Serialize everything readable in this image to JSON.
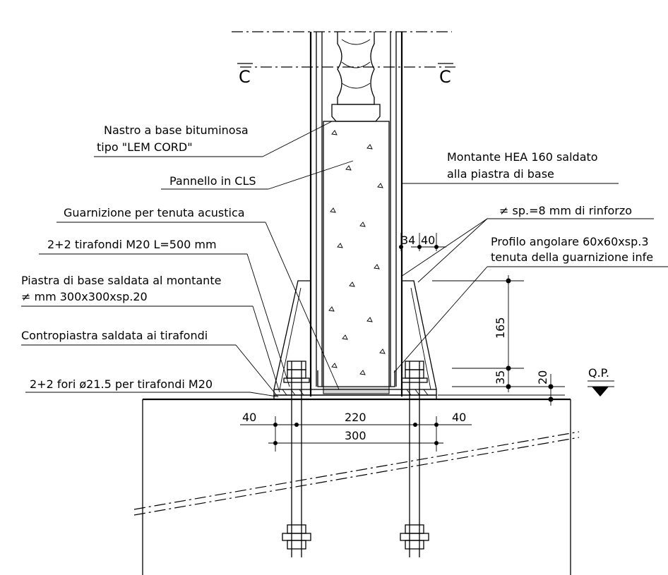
{
  "section_marks": {
    "left": "C",
    "right": "C"
  },
  "labels": {
    "nastro_line1": "Nastro a base bituminosa",
    "nastro_line2": "tipo \"LEM CORD\"",
    "pannello": "Pannello in CLS",
    "guarnizione": "Guarnizione per tenuta acustica",
    "tirafondi": "2+2 tirafondi M20 L=500 mm",
    "piastra_line1": "Piastra di base saldata al montante",
    "piastra_line2": "≠ mm 300x300xsp.20",
    "contropiastra": "Contropiastra saldata ai tirafondi",
    "fori": "2+2 fori ø21.5 per tirafondi M20",
    "montante_line1": "Montante HEA 160 saldato",
    "montante_line2": "alla piastra di base",
    "rinforzo": "≠ sp.=8 mm di rinforzo",
    "profilo_line1": "Profilo angolare 60x60xsp.3",
    "profilo_line2": "tenuta della guarnizione infe"
  },
  "dimensions": {
    "d34": "34",
    "d40_top": "40",
    "d165": "165",
    "d35": "35",
    "d20": "20",
    "d40_left": "40",
    "d220": "220",
    "d40_right": "40",
    "d300": "300"
  },
  "level_mark": "Q.P."
}
